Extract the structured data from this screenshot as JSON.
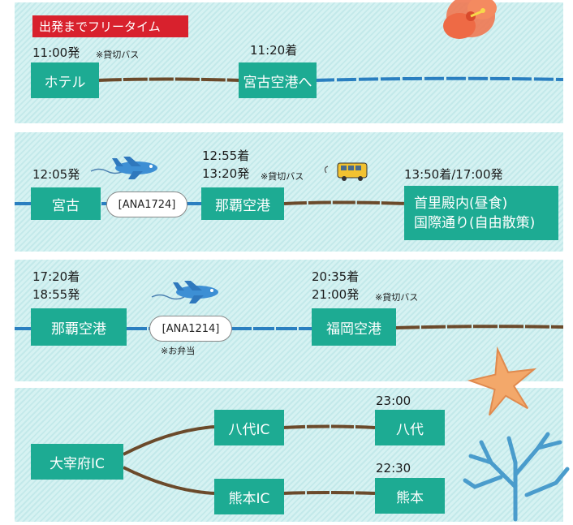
{
  "header_tag": "出発までフリータイム",
  "section1": {
    "depart_time": "11:00発",
    "depart_note": "※貸切バス",
    "arrive_time": "11:20着",
    "from": "ホテル",
    "to": "宮古空港へ"
  },
  "section2": {
    "depart_time": "12:05発",
    "from": "宮古",
    "flight": "[ANA1724]",
    "naha_arrive": "12:55着",
    "naha_depart": "13:20発",
    "bus_note": "※貸切バス",
    "naha": "那覇空港",
    "shuri_time": "13:50着/17:00発",
    "shuri_line1": "首里殿内(昼食)",
    "shuri_line2": "国際通り(自由散策)"
  },
  "section3": {
    "arrive_time": "17:20着",
    "depart_time": "18:55発",
    "from": "那覇空港",
    "flight": "[ANA1214]",
    "bento_note": "※お弁当",
    "fukuoka_arrive": "20:35着",
    "fukuoka_depart": "21:00発",
    "bus_note": "※貸切バス",
    "fukuoka": "福岡空港"
  },
  "section4": {
    "dazaifu": "大宰府IC",
    "yatsushiro_ic": "八代IC",
    "yatsushiro_time": "23:00",
    "yatsushiro": "八代",
    "kumamoto_ic": "熊本IC",
    "kumamoto_time": "22:30",
    "kumamoto": "熊本"
  },
  "colors": {
    "panel": "#cdeeed",
    "node": "#1dab93",
    "tag": "#d8212d",
    "road": "#6b4a2b",
    "flight_path": "#2a7fc0"
  },
  "icons": [
    "hibiscus-icon",
    "airplane-icon",
    "bus-icon",
    "starfish-icon",
    "coral-icon"
  ]
}
